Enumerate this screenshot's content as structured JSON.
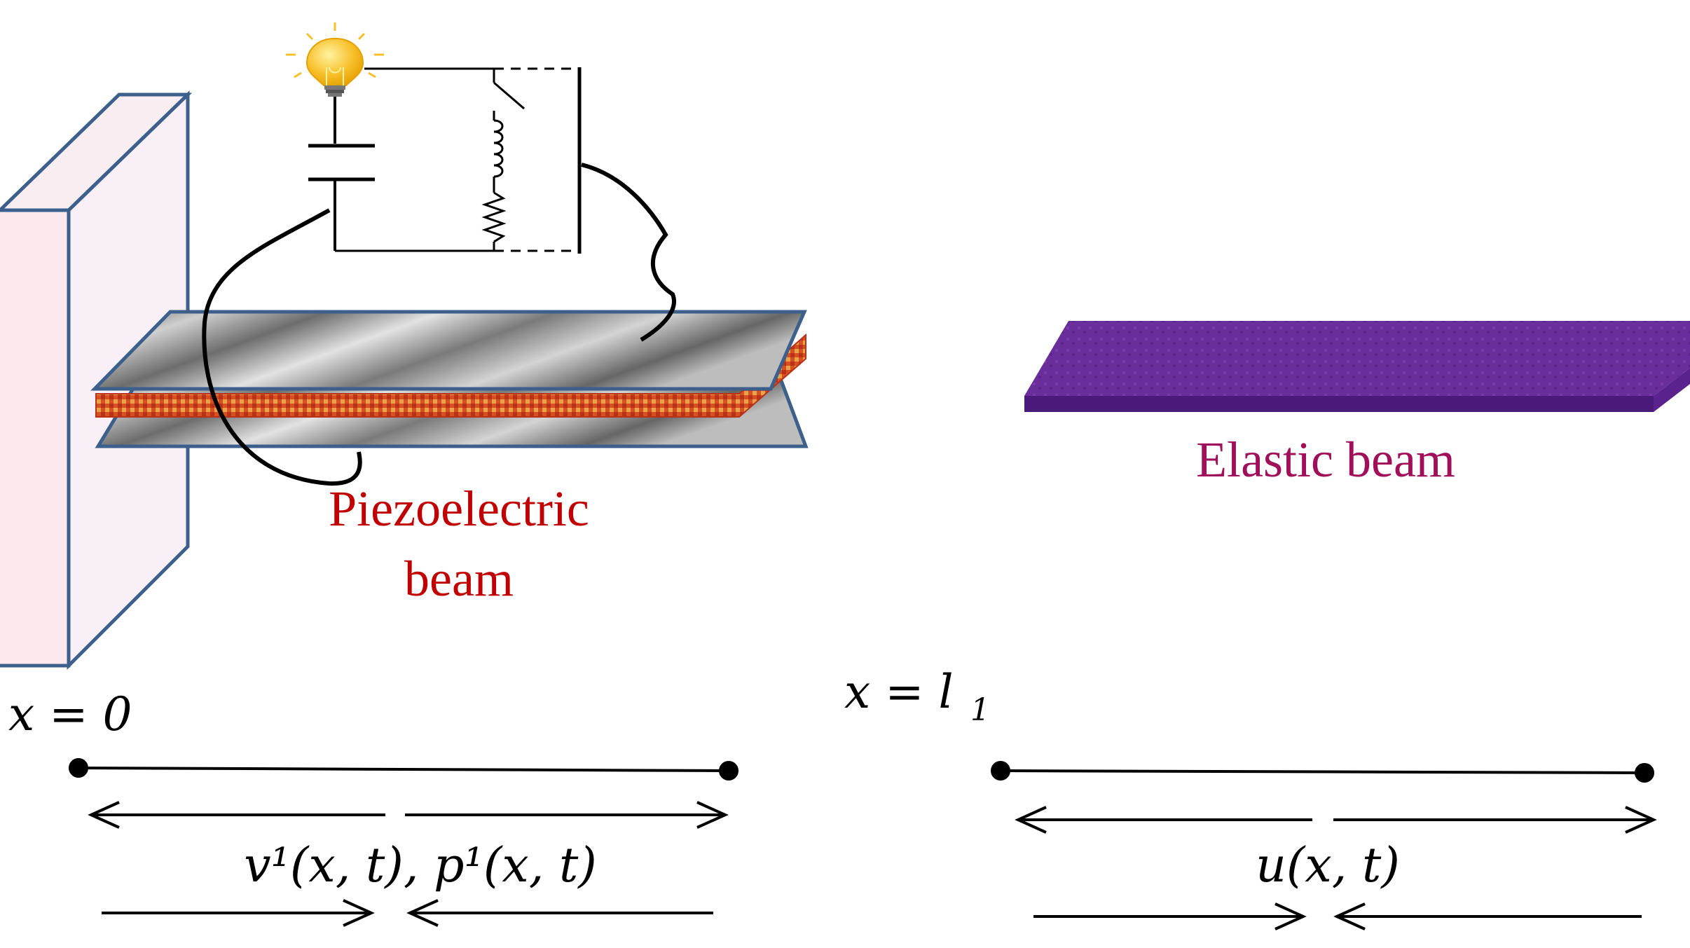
{
  "labels": {
    "piezo_line1": "Piezoelectric",
    "piezo_line2": "beam",
    "elastic": "Elastic beam",
    "x_zero": "x = 0",
    "x_l1_base": "x = l",
    "x_l1_sub": "1",
    "piezo_fields": "v¹(x, t), p¹(x, t)",
    "elastic_field": "u(x, t)"
  },
  "colors": {
    "piezo_text": "#c00000",
    "elastic_text": "#a0105a",
    "wall_fill": "#fbf1f4",
    "wall_stroke": "#3d5f8c",
    "plate_stroke": "#3d5f8c",
    "foil": "#8d8d8d",
    "core": "#d24a1f",
    "elastic_beam": "#6a2d9c",
    "bulb": "#f7c02b",
    "wire": "#000000"
  },
  "icons": {
    "bulb": "light-bulb-icon",
    "switch": "switch-icon",
    "inductor": "inductor-icon",
    "resistor": "resistor-icon",
    "capacitor": "capacitor-icon"
  }
}
